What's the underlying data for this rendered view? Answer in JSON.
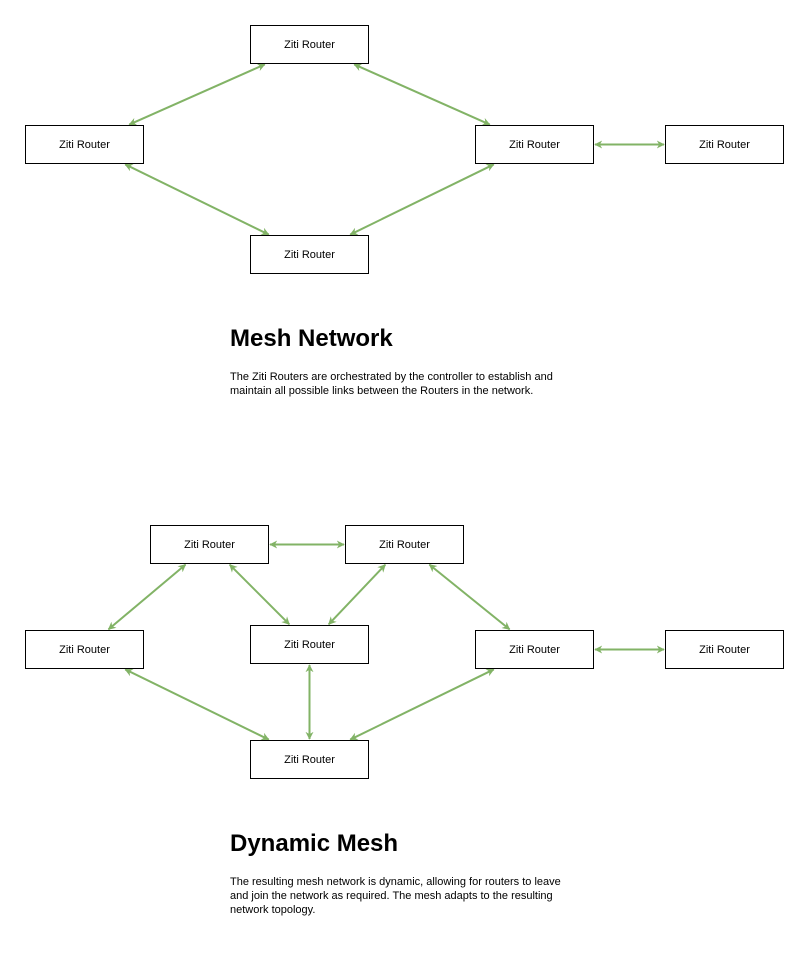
{
  "colors": {
    "link": "#82b366",
    "box_border": "#000000",
    "box_fill": "#ffffff"
  },
  "mesh_network": {
    "title": "Mesh Network",
    "description": "The Ziti Routers are orchestrated by the controller to establish and maintain all possible links between the Routers in the network.",
    "routers": [
      {
        "id": "top",
        "label": "Ziti Router"
      },
      {
        "id": "left",
        "label": "Ziti Router"
      },
      {
        "id": "right",
        "label": "Ziti Router"
      },
      {
        "id": "far-right",
        "label": "Ziti Router"
      },
      {
        "id": "bottom",
        "label": "Ziti Router"
      }
    ],
    "links": [
      [
        "left",
        "top"
      ],
      [
        "top",
        "right"
      ],
      [
        "left",
        "bottom"
      ],
      [
        "bottom",
        "right"
      ],
      [
        "right",
        "far-right"
      ]
    ]
  },
  "dynamic_mesh": {
    "title": "Dynamic Mesh",
    "description": "The resulting mesh network is dynamic, allowing for routers to leave and join the network as required. The mesh adapts to the resulting network topology.",
    "routers": [
      {
        "id": "top-left",
        "label": "Ziti Router"
      },
      {
        "id": "top-right",
        "label": "Ziti Router"
      },
      {
        "id": "left",
        "label": "Ziti Router"
      },
      {
        "id": "center",
        "label": "Ziti Router"
      },
      {
        "id": "right",
        "label": "Ziti Router"
      },
      {
        "id": "far-right",
        "label": "Ziti Router"
      },
      {
        "id": "bottom",
        "label": "Ziti Router"
      }
    ],
    "links": [
      [
        "top-left",
        "top-right"
      ],
      [
        "left",
        "top-left"
      ],
      [
        "top-left",
        "center"
      ],
      [
        "top-right",
        "center"
      ],
      [
        "top-right",
        "right"
      ],
      [
        "right",
        "far-right"
      ],
      [
        "left",
        "bottom"
      ],
      [
        "center",
        "bottom"
      ],
      [
        "bottom",
        "right"
      ]
    ]
  }
}
